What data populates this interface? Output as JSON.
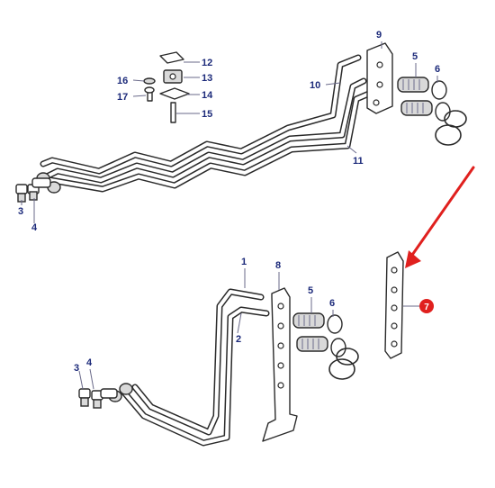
{
  "callouts": {
    "top_1": "1",
    "top_2": "2",
    "top_3": "3",
    "top_4": "4",
    "top_5": "5",
    "top_6": "6",
    "top_8": "8",
    "upper_3": "3",
    "upper_4": "4",
    "upper_5": "5",
    "upper_6": "6",
    "upper_9": "9",
    "upper_10": "10",
    "upper_11": "11",
    "upper_12": "12",
    "upper_13": "13",
    "upper_14": "14",
    "upper_15": "15",
    "upper_16": "16",
    "upper_17": "17"
  },
  "highlight": {
    "label": "7",
    "color": "#e0201e"
  },
  "colors": {
    "label": "#1c2a7a",
    "arrow": "#e0201e",
    "line": "#2a2a2a"
  }
}
